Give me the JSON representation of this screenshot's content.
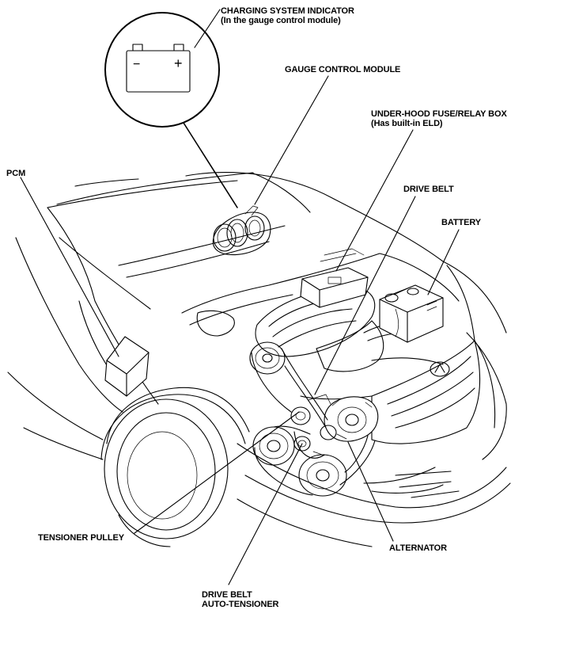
{
  "labels": {
    "charging_indicator": [
      "CHARGING SYSTEM INDICATOR",
      "(In the gauge control module)"
    ],
    "gauge_module": [
      "GAUGE CONTROL MODULE"
    ],
    "fuse_box": [
      "UNDER-HOOD FUSE/RELAY BOX",
      "(Has built-in ELD)"
    ],
    "pcm": [
      "PCM"
    ],
    "drive_belt": [
      "DRIVE BELT"
    ],
    "battery": [
      "BATTERY"
    ],
    "tensioner_pulley": [
      "TENSIONER PULLEY"
    ],
    "alternator": [
      "ALTERNATOR"
    ],
    "auto_tensioner": [
      "DRIVE BELT",
      "AUTO-TENSIONER"
    ]
  },
  "indicator_symbols": {
    "minus": "−",
    "plus": "+"
  }
}
